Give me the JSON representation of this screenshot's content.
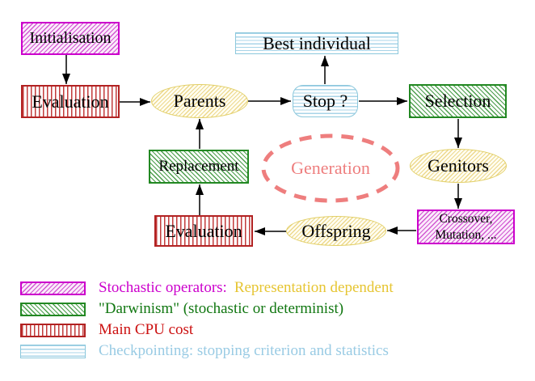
{
  "figure": {
    "nodes": {
      "initialisation": "Initialisation",
      "evaluation_top": "Evaluation",
      "parents": "Parents",
      "best_individual": "Best individual",
      "stop": "Stop ?",
      "selection": "Selection",
      "genitors": "Genitors",
      "replacement": "Replacement",
      "generation": "Generation",
      "crossover_line1": "Crossover,",
      "crossover_line2": "Mutation, ...",
      "offspring": "Offspring",
      "evaluation_bottom": "Evaluation"
    },
    "legend": {
      "stochastic_label": "Stochastic operators:",
      "stochastic_note": "Representation dependent",
      "darwinism_label": "\"Darwinism\" (stochastic or determinist)",
      "cpu_label": "Main CPU cost",
      "checkpoint_label": "Checkpointing: stopping criterion and statistics"
    },
    "colors": {
      "magenta": "#cc00cc",
      "gold": "#e6c532",
      "dark_green": "#117711",
      "crimson": "#cc1111",
      "light_blue": "#99cbe4",
      "salmon": "#ee7e7e",
      "yellow_border": "#e2cf66",
      "red_border": "#b22222",
      "green_border": "#228822",
      "cyan_border": "#8cc8dc",
      "arrow_black": "#000000"
    }
  }
}
